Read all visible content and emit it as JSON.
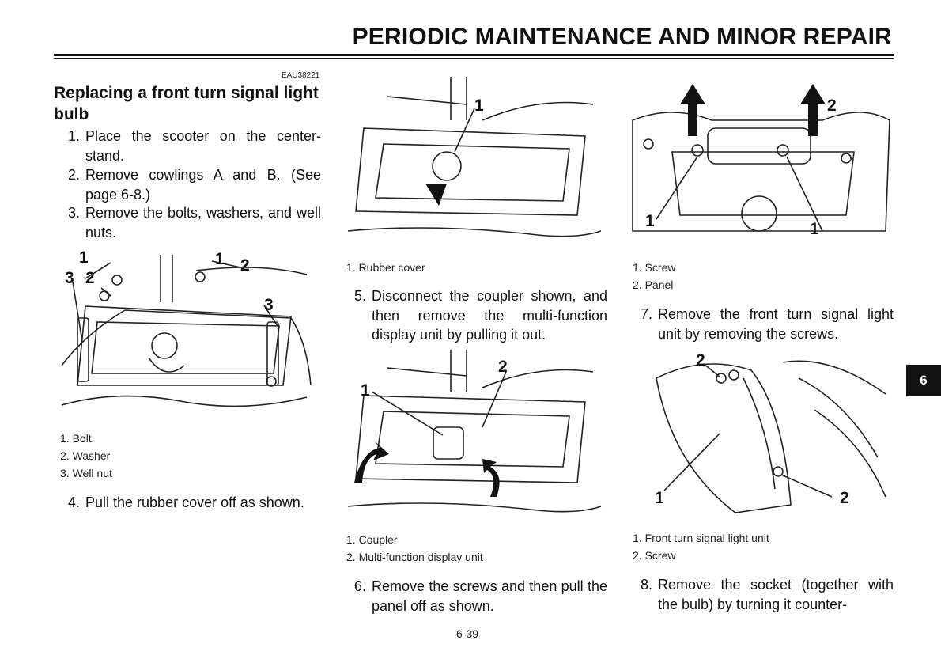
{
  "header": {
    "title": "PERIODIC MAINTENANCE AND MINOR REPAIR",
    "code": "EAU38221"
  },
  "section": {
    "title": "Replacing a front turn signal light bulb"
  },
  "steps": [
    {
      "num": "1.",
      "text": "Place the scooter on the center-stand."
    },
    {
      "num": "2.",
      "text": "Remove cowlings A and B. (See page 6-8.)"
    },
    {
      "num": "3.",
      "text": "Remove the bolts, washers, and well nuts."
    },
    {
      "num": "4.",
      "text": "Pull the rubber cover off as shown."
    },
    {
      "num": "5.",
      "text": "Disconnect the coupler shown, and then remove the multi-function display unit by pulling it out."
    },
    {
      "num": "6.",
      "text": "Remove the screws and then pull the panel off as shown."
    },
    {
      "num": "7.",
      "text": "Remove the front turn signal light unit by removing the screws."
    },
    {
      "num": "8.",
      "text": "Remove the socket (together with the bulb) by turning it counter-"
    }
  ],
  "figures": {
    "fig1": {
      "captions": [
        "1. Bolt",
        "2. Washer",
        "3. Well nut"
      ],
      "labels": [
        "1",
        "1",
        "2",
        "3",
        "2",
        "3"
      ]
    },
    "fig2": {
      "captions": [
        "1. Rubber cover"
      ],
      "labels": [
        "1"
      ]
    },
    "fig3": {
      "captions": [
        "1. Coupler",
        "2. Multi-function display unit"
      ],
      "labels": [
        "1",
        "2"
      ]
    },
    "fig4": {
      "captions": [
        "1. Screw",
        "2. Panel"
      ],
      "labels": [
        "2",
        "1",
        "1"
      ]
    },
    "fig5": {
      "captions": [
        "1. Front turn signal light unit",
        "2. Screw"
      ],
      "labels": [
        "2",
        "1",
        "2"
      ]
    }
  },
  "tab": {
    "label": "6"
  },
  "page_number": "6-39"
}
